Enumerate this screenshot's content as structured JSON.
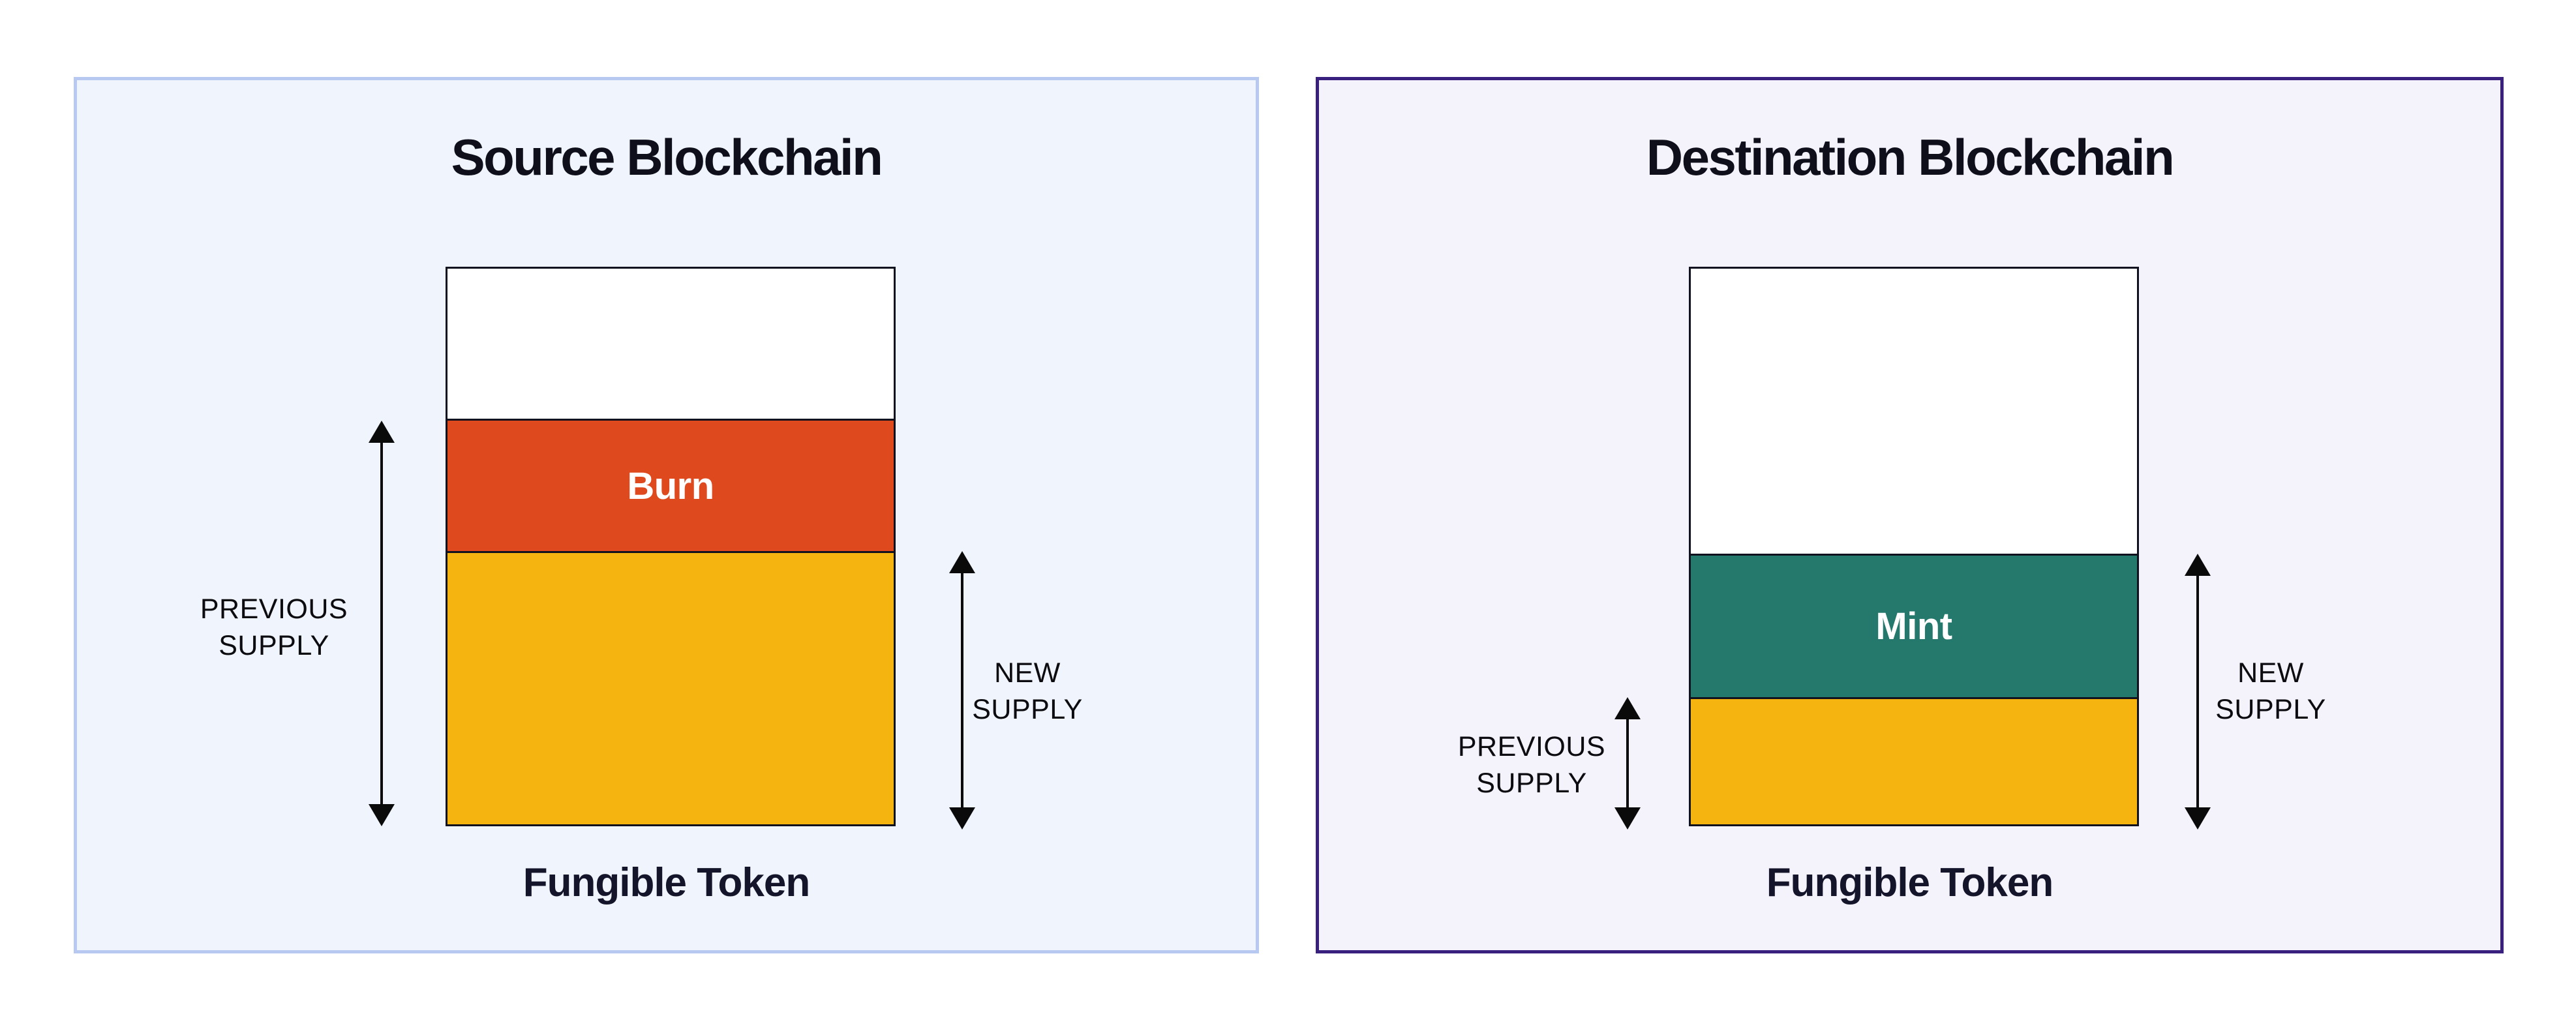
{
  "page": {
    "background": "#FFFFFF"
  },
  "colors": {
    "arrow": "#0A0A0A",
    "bar_border": "#10131F",
    "burn_orange": "#DE491E",
    "mint_teal": "#25796C",
    "supply_yellow": "#F5B40F",
    "title_text": "#0E0F1A",
    "label_text": "#0B0B10"
  },
  "source_panel": {
    "title": "Source Blockchain",
    "caption": "Fungible Token",
    "background": "#F0F4FC",
    "border_color": "#B8C9F1",
    "previous_supply_label": "PREVIOUS\nSUPPLY",
    "new_supply_label": "NEW\nSUPPLY",
    "bar": {
      "segments": [
        {
          "name": "headroom",
          "label": "",
          "color": "#FFFFFF"
        },
        {
          "name": "burn",
          "label": "Burn",
          "color": "#DE491E"
        },
        {
          "name": "remaining-supply",
          "label": "",
          "color": "#F5B40F"
        }
      ]
    }
  },
  "destination_panel": {
    "title": "Destination Blockchain",
    "caption": "Fungible Token",
    "background": "#F4F2FB",
    "border_color": "#3A207E",
    "previous_supply_label": "PREVIOUS\nSUPPLY",
    "new_supply_label": "NEW\nSUPPLY",
    "bar": {
      "segments": [
        {
          "name": "headroom",
          "label": "",
          "color": "#FFFFFF"
        },
        {
          "name": "mint",
          "label": "Mint",
          "color": "#25796C"
        },
        {
          "name": "previous-supply",
          "label": "",
          "color": "#F5B40F"
        }
      ]
    }
  }
}
